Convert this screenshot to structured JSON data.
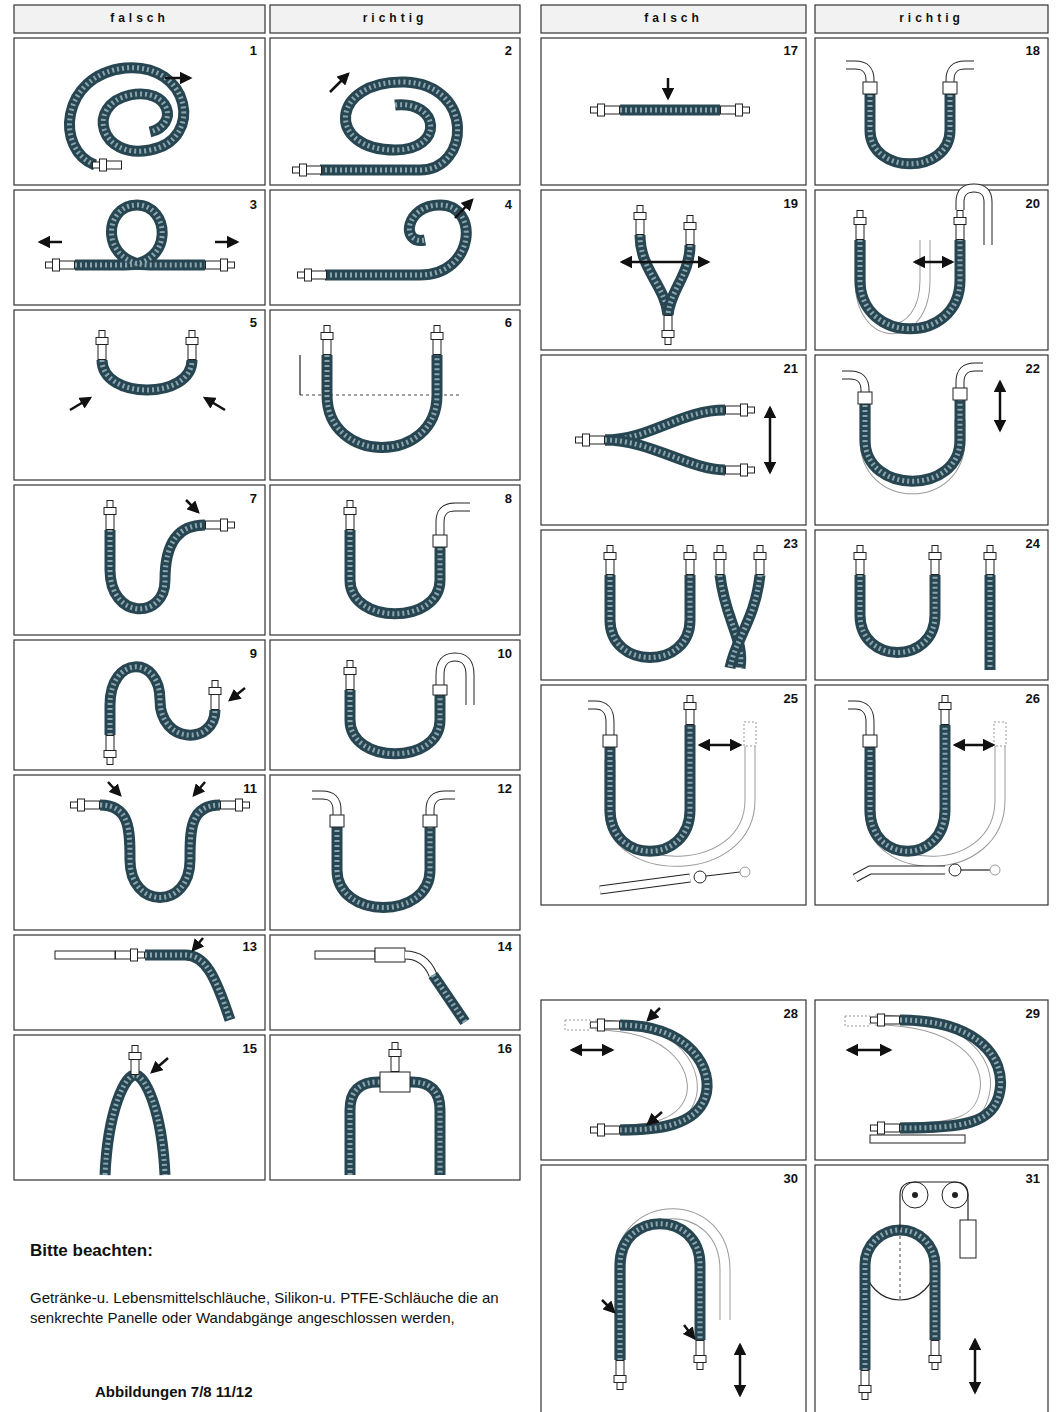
{
  "diagram": {
    "labels": [
      "falsch",
      "richtig",
      "falsch",
      "richtig",
      "1",
      "2",
      "3",
      "4",
      "5",
      "6",
      "7",
      "8",
      "9",
      "10",
      "11",
      "12",
      "13",
      "14",
      "15",
      "16",
      "17",
      "18",
      "19",
      "20",
      "21",
      "22",
      "23",
      "24",
      "25",
      "26",
      "28",
      "29",
      "30",
      "31",
      "Bitte beachten:",
      "Getränke-u. Lebensmittelschläuche, Silikon-u. PTFE-Schläuche die an senkrechte Panelle oder Wandabgänge angeschlossen werden,",
      "Abbildungen 7/8 11/12"
    ]
  }
}
